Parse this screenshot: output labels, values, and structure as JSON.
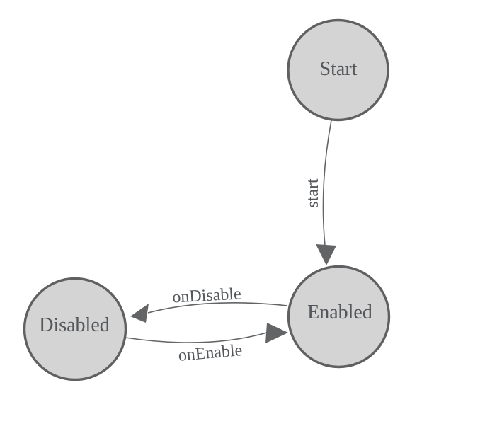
{
  "diagram": {
    "type": "state-machine",
    "nodes": [
      {
        "id": "start",
        "label": "Start"
      },
      {
        "id": "enabled",
        "label": "Enabled"
      },
      {
        "id": "disabled",
        "label": "Disabled"
      }
    ],
    "edges": [
      {
        "from": "Start",
        "to": "Enabled",
        "label": "start"
      },
      {
        "from": "Enabled",
        "to": "Disabled",
        "label": "onDisable"
      },
      {
        "from": "Disabled",
        "to": "Enabled",
        "label": "onEnable"
      }
    ],
    "colors": {
      "node_fill": "#d4d4d4",
      "node_border": "#5f6062",
      "edge_line": "#636466",
      "label_text": "#53565a",
      "background": "#ffffff"
    }
  }
}
